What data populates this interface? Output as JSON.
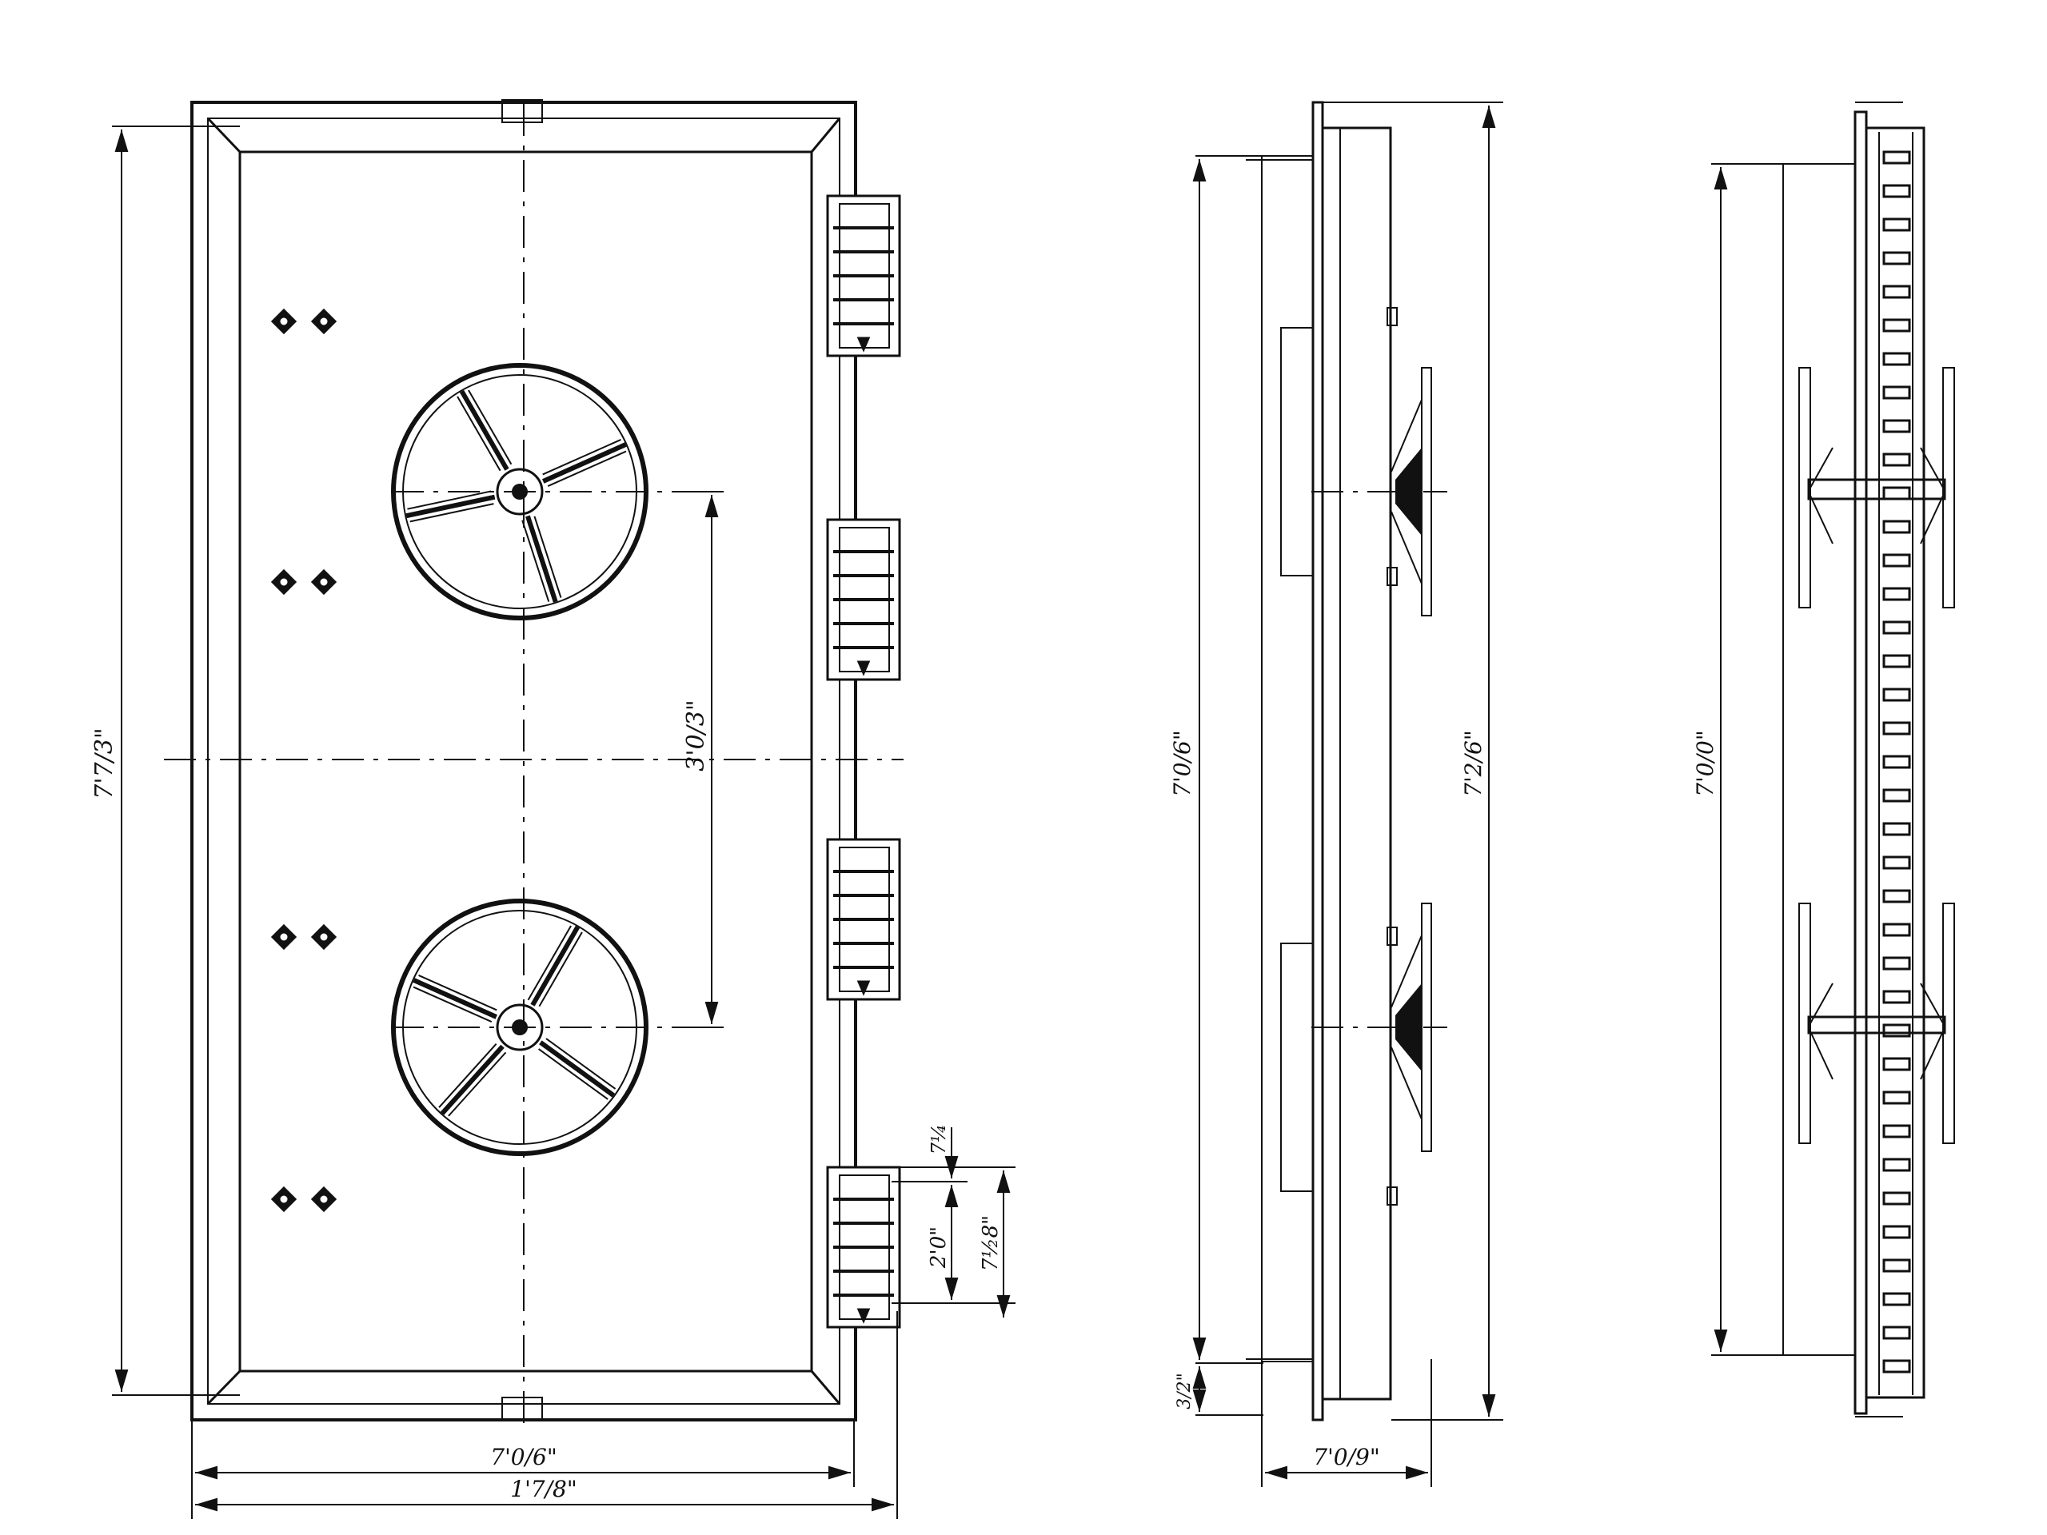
{
  "drawing": {
    "views": {
      "front": {
        "dims": {
          "overall_height": "7'7/3\"",
          "wheel_spacing": "3'0/3\"",
          "inner_width": "7'0/6\"",
          "outer_width": "1'7/8\"",
          "hinge_gap": "7¼",
          "hinge_height": "2'0\"",
          "hinge_overall": "7½8\""
        }
      },
      "side": {
        "dims": {
          "inner_height": "7'0/6\"",
          "outer_height": "7'2/6\"",
          "bottom_offset": "3/2\"",
          "depth": "7'0/9\""
        }
      },
      "rear": {
        "dims": {
          "height": "7'0/0\""
        }
      }
    },
    "colors": {
      "line": "#111111",
      "background": "#ffffff"
    }
  }
}
